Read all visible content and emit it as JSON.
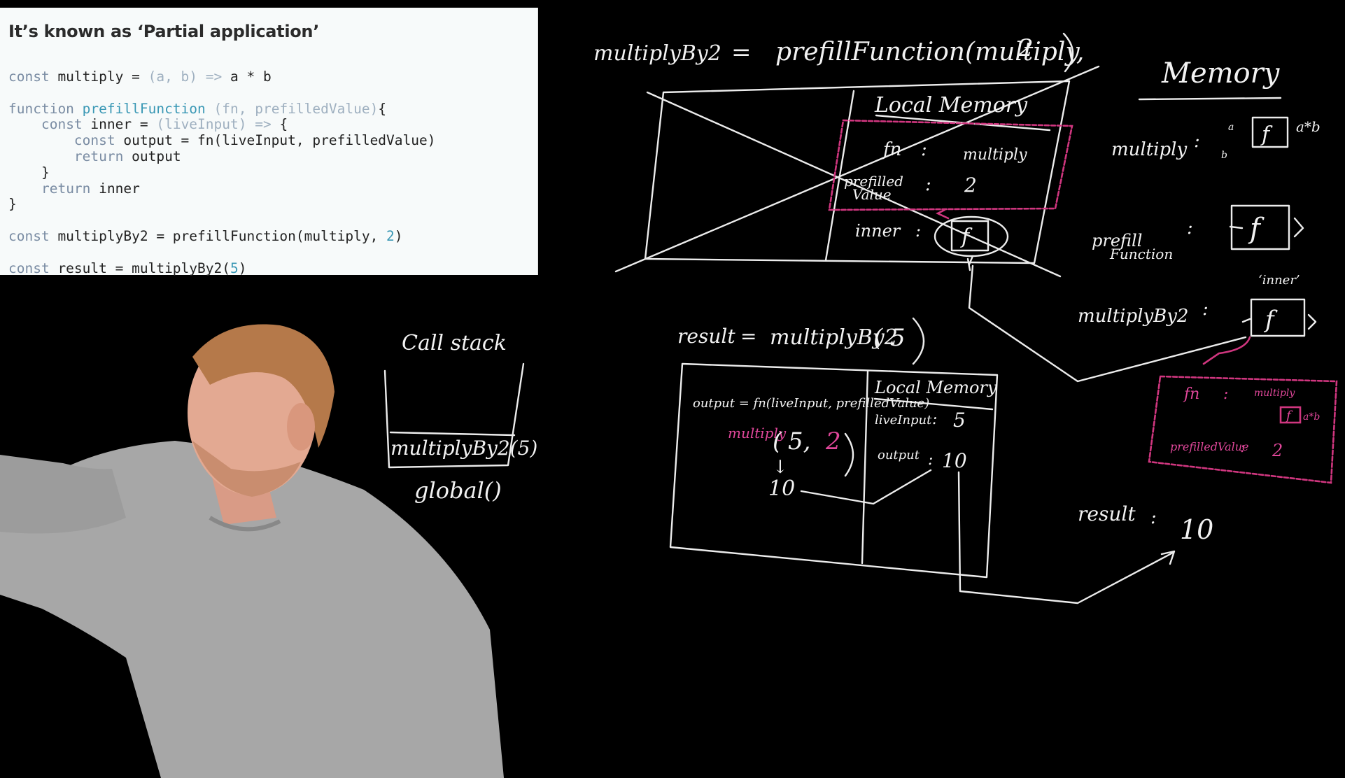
{
  "slide": {
    "title": "It’s known as ‘Partial application’",
    "code_lines": [
      [
        {
          "t": "const",
          "c": "k"
        },
        {
          "t": " multiply = "
        },
        {
          "t": "(a, b)",
          "c": "p"
        },
        {
          "t": " "
        },
        {
          "t": "=>",
          "c": "p"
        },
        {
          "t": " a * b"
        }
      ],
      [],
      [
        {
          "t": "function",
          "c": "k"
        },
        {
          "t": " "
        },
        {
          "t": "prefillFunction",
          "c": "fnname"
        },
        {
          "t": " "
        },
        {
          "t": "(fn, prefilledValue)",
          "c": "p"
        },
        {
          "t": "{"
        }
      ],
      [
        {
          "t": "    "
        },
        {
          "t": "const",
          "c": "k"
        },
        {
          "t": " inner = "
        },
        {
          "t": "(liveInput)",
          "c": "p"
        },
        {
          "t": " "
        },
        {
          "t": "=>",
          "c": "p"
        },
        {
          "t": " {"
        }
      ],
      [
        {
          "t": "        "
        },
        {
          "t": "const",
          "c": "k"
        },
        {
          "t": " output = fn(liveInput, prefilledValue)"
        }
      ],
      [
        {
          "t": "        "
        },
        {
          "t": "return",
          "c": "k"
        },
        {
          "t": " output"
        }
      ],
      [
        {
          "t": "    }"
        }
      ],
      [
        {
          "t": "    "
        },
        {
          "t": "return",
          "c": "k"
        },
        {
          "t": " inner"
        }
      ],
      [
        {
          "t": "}"
        }
      ],
      [],
      [
        {
          "t": "const",
          "c": "k"
        },
        {
          "t": " multiplyBy2 = prefillFunction(multiply, "
        },
        {
          "t": "2",
          "c": "num"
        },
        {
          "t": ")"
        }
      ],
      [],
      [
        {
          "t": "const",
          "c": "k"
        },
        {
          "t": " result = multiplyBy2("
        },
        {
          "t": "5",
          "c": "num"
        },
        {
          "t": ")"
        }
      ]
    ]
  },
  "board": {
    "top_equation": {
      "left": "multiplyBy2",
      "eq": "=",
      "right": "prefillFunction(multiply,",
      "arg": "2",
      "close": ")"
    },
    "memory_title": "Memory",
    "memory": {
      "multiply_label": "multiply",
      "colon": ":",
      "f": "f",
      "a_times_b": "a*b",
      "a": "a",
      "b": "b",
      "prefill_label_1": "prefill",
      "prefill_label_2": "Function",
      "inner_quote": "‘inner’",
      "multiplyBy2_label": "multiplyBy2",
      "result_label": "result",
      "result_value": "10"
    },
    "local_memory_title": "Local Memory",
    "lm1": {
      "fn_label": "fn",
      "fn_value": "multiply",
      "prefilled_label_1": "prefilled",
      "prefilled_label_2": "Value",
      "prefilled_value": "2",
      "inner_label": "inner"
    },
    "closure_box": {
      "fn_label": "fn",
      "fn_value": "multiply",
      "prefilled_label": "prefilledValue",
      "prefilled_value": "2"
    },
    "call_stack_title": "Call stack",
    "call_stack_items": [
      "multiplyBy2(5)",
      "global()"
    ],
    "result_call": {
      "left": "result",
      "eq": "=",
      "right": "multiplyBy2",
      "open": "(",
      "arg": "5",
      "close": ")"
    },
    "exec": {
      "output_line": "output = fn(liveInput, prefilledValue)",
      "call_name": "multiply",
      "call_open": "(",
      "call_arg1": "5,",
      "call_arg2": "2",
      "call_close": ")",
      "arrow": "↓",
      "value": "10",
      "local_title": "Local Memory",
      "liveinput_label": "liveInput",
      "liveinput_value": "5",
      "output_label": "output",
      "output_value": "10"
    }
  },
  "colors": {
    "board": "#000000",
    "chalk": "#f2f2f2",
    "pink": "#e0479a",
    "slide_bg": "#f7fafa",
    "keyword": "#7a8ca3",
    "function_name": "#3a98b5",
    "params": "#9fb0c0"
  }
}
